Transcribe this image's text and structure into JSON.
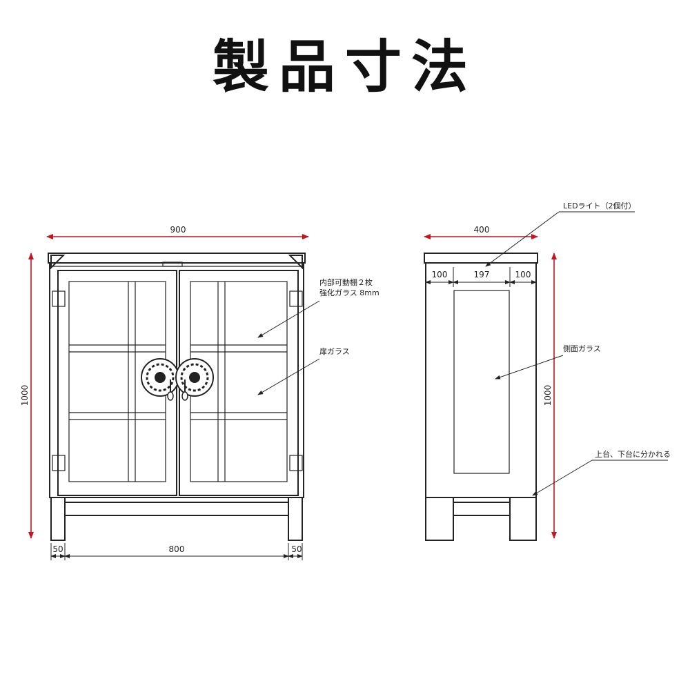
{
  "title": "製品寸法",
  "front": {
    "width": "900",
    "height": "1000",
    "bottom_left": "50",
    "bottom_center": "800",
    "bottom_right": "50",
    "note_inner_shelf_line1": "内部可動棚２枚",
    "note_inner_shelf_line2": "強化ガラス 8mm",
    "note_door_glass": "扉ガラス"
  },
  "side": {
    "depth": "400",
    "height": "1000",
    "seg_left": "100",
    "seg_center": "197",
    "seg_right": "100",
    "note_led": "LEDライト（2個付）",
    "note_side_glass": "側面ガラス",
    "note_split": "上台、下台に分かれる"
  },
  "colors": {
    "dimension_arrow": "#c4141c",
    "line": "#222222"
  }
}
